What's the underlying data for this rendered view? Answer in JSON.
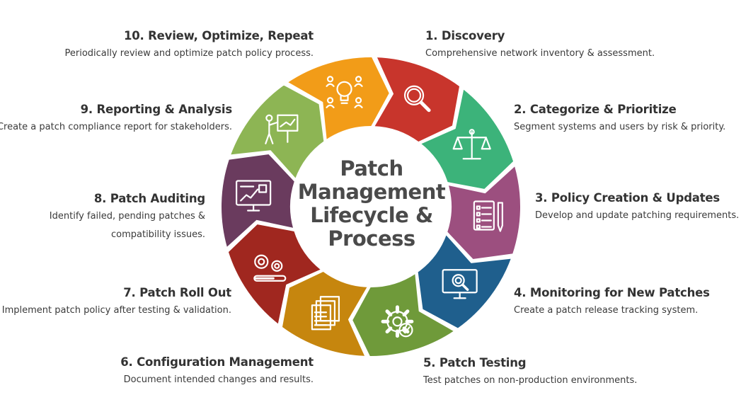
{
  "title": "Patch Management Lifecycle & Process",
  "steps": [
    {
      "title": "1. Discovery",
      "desc": "Comprehensive network inventory & assessment.",
      "color": "#c8352c",
      "icon": "magnifier-icon"
    },
    {
      "title": "2. Categorize & Prioritize",
      "desc": "Segment systems and users by risk & priority.",
      "color": "#3cb37a",
      "icon": "scale-icon"
    },
    {
      "title": "3. Policy Creation & Updates",
      "desc": "Develop and update patching requirements.",
      "color": "#9c4f7f",
      "icon": "checklist-icon"
    },
    {
      "title": "4. Monitoring for New Patches",
      "desc": "Create a patch release tracking system.",
      "color": "#1f5f8d",
      "icon": "monitor-search-icon"
    },
    {
      "title": "5. Patch Testing",
      "desc": "Test patches on non-production environments.",
      "color": "#6f9a3a",
      "icon": "gear-check-icon"
    },
    {
      "title": "6. Configuration Management",
      "desc": "Document intended changes and results.",
      "color": "#c6860e",
      "icon": "documents-icon"
    },
    {
      "title": "7. Patch Roll Out",
      "desc": "Implement patch policy after testing & validation.",
      "color": "#a0271f",
      "icon": "gears-progress-icon"
    },
    {
      "title": "8. Patch Auditing",
      "desc": "Identify failed, pending patches & compatibility issues.",
      "desc_lines": [
        "Identify failed, pending patches &",
        "compatibility issues."
      ],
      "color": "#6a3b5e",
      "icon": "dashboard-monitor-icon"
    },
    {
      "title": "9. Reporting & Analysis",
      "desc": "Create a patch compliance report for stakeholders.",
      "color": "#8db554",
      "icon": "presenter-chart-icon"
    },
    {
      "title": "10. Review, Optimize, Repeat",
      "desc": "Periodically review and optimize patch policy process.",
      "color": "#f29c18",
      "icon": "lightbulb-team-icon"
    }
  ]
}
